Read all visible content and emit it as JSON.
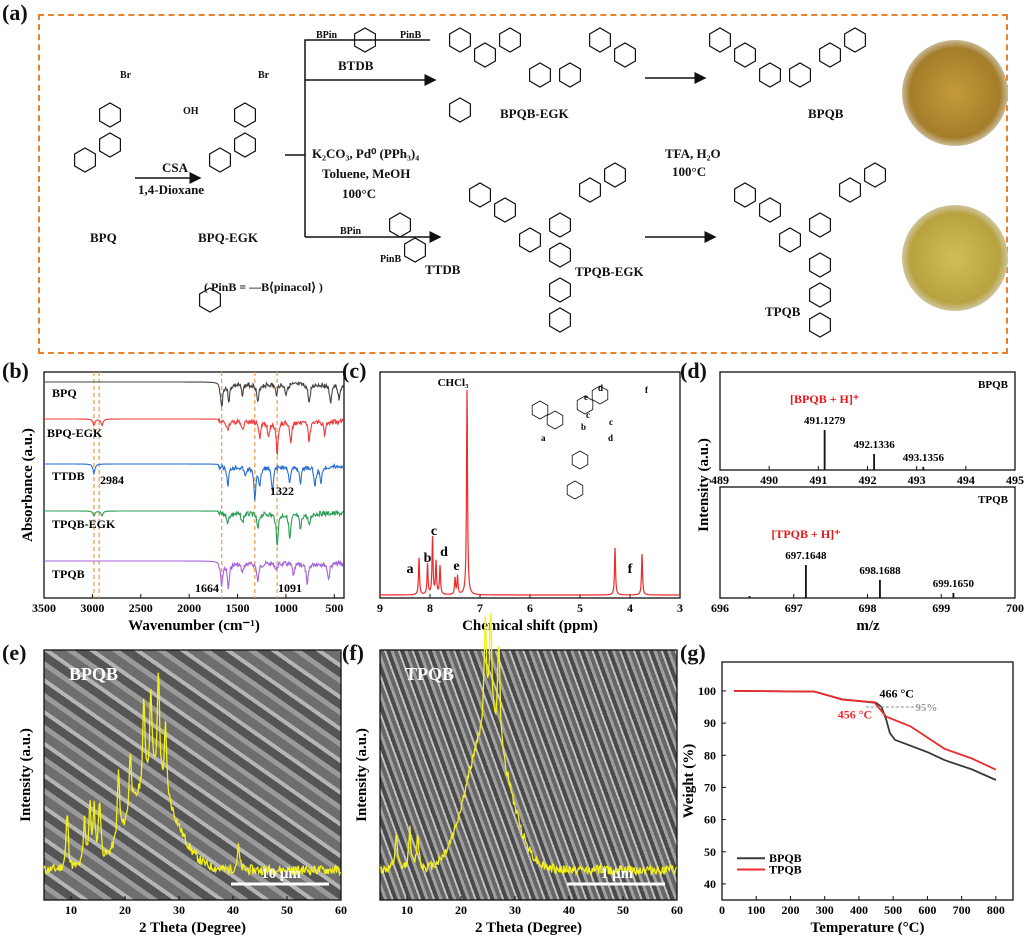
{
  "panels": {
    "a": "(a)",
    "b": "(b)",
    "c": "(c)",
    "d": "(d)",
    "e": "(e)",
    "f": "(f)",
    "g": "(g)"
  },
  "scheme": {
    "compounds": {
      "bpq": "BPQ",
      "bpq_egk": "BPQ-EGK",
      "bpqb_egk": "BPQB-EGK",
      "bpqb": "BPQB",
      "tpqb_egk": "TPQB-EGK",
      "tpqb": "TPQB",
      "btdb": "BTDB",
      "ttdb": "TTDB"
    },
    "reagents": {
      "step1_top": "CSA",
      "step1_bottom": "1,4-Dioxane",
      "step2_line1": "K₂CO₃, Pd⁰ (PPh₃)₄",
      "step2_line2": "Toluene, MeOH",
      "step2_line3": "100°C",
      "step3_line1": "TFA, H₂O",
      "step3_line2": "100°C",
      "pinb_def": "( PinB = —B⟨pinacol⟩ )",
      "bpin": "BPin",
      "pinb": "PinB",
      "oh": "OH",
      "br": "Br"
    },
    "colors": {
      "border": "#e8822a",
      "photo_bpqb": "#b8902f",
      "photo_tpqb": "#c9b34a"
    }
  },
  "chart_data": [
    {
      "id": "b",
      "type": "line",
      "title": "",
      "xlabel": "Wavenumber (cm⁻¹)",
      "ylabel": "Absorbance (a.u.)",
      "xlim": [
        3500,
        400
      ],
      "xticks": [
        3500,
        3000,
        2500,
        2000,
        1500,
        1000,
        500
      ],
      "vlines": [
        2984,
        2930,
        1664,
        1322,
        1091
      ],
      "annotations": [
        "2984",
        "1322",
        "1664",
        "1091"
      ],
      "series": [
        {
          "name": "BPQ",
          "color": "#444444",
          "peaks": [
            [
              1664,
              0.7
            ],
            [
              1590,
              0.5
            ],
            [
              1450,
              0.3
            ],
            [
              1290,
              0.6
            ],
            [
              1100,
              0.3
            ],
            [
              1000,
              0.3
            ],
            [
              760,
              0.6
            ],
            [
              540,
              0.6
            ],
            [
              450,
              0.5
            ]
          ]
        },
        {
          "name": "BPQ-EGK",
          "color": "#ee3b3b",
          "peaks": [
            [
              2984,
              0.2
            ],
            [
              2900,
              0.2
            ],
            [
              1600,
              0.3
            ],
            [
              1450,
              0.3
            ],
            [
              1270,
              0.5
            ],
            [
              1180,
              0.5
            ],
            [
              1091,
              1.0
            ],
            [
              950,
              0.7
            ],
            [
              760,
              0.6
            ],
            [
              600,
              0.4
            ]
          ]
        },
        {
          "name": "TTDB",
          "color": "#2a6fd6",
          "peaks": [
            [
              2984,
              0.3
            ],
            [
              1600,
              0.6
            ],
            [
              1420,
              0.3
            ],
            [
              1322,
              1.0
            ],
            [
              1270,
              0.6
            ],
            [
              1140,
              0.8
            ],
            [
              960,
              0.5
            ],
            [
              850,
              0.5
            ],
            [
              700,
              0.6
            ],
            [
              640,
              0.5
            ]
          ]
        },
        {
          "name": "TPQB-EGK",
          "color": "#2a9d55",
          "peaks": [
            [
              2984,
              0.15
            ],
            [
              2900,
              0.15
            ],
            [
              1600,
              0.3
            ],
            [
              1450,
              0.3
            ],
            [
              1290,
              0.5
            ],
            [
              1091,
              1.0
            ],
            [
              960,
              0.8
            ],
            [
              850,
              0.5
            ],
            [
              760,
              0.4
            ]
          ]
        },
        {
          "name": "TPQB",
          "color": "#a463d8",
          "peaks": [
            [
              1664,
              0.7
            ],
            [
              1595,
              0.8
            ],
            [
              1450,
              0.3
            ],
            [
              1290,
              0.6
            ],
            [
              1100,
              0.2
            ],
            [
              920,
              0.4
            ],
            [
              780,
              0.7
            ],
            [
              560,
              0.5
            ]
          ]
        }
      ]
    },
    {
      "id": "c",
      "type": "line",
      "xlabel": "Chemical shift (ppm)",
      "xlim": [
        9,
        3
      ],
      "xticks": [
        9,
        8,
        7,
        6,
        5,
        4,
        3
      ],
      "peak_labels": [
        {
          "t": "CHCl₃",
          "x": 7.26
        },
        {
          "t": "a",
          "x": 8.4
        },
        {
          "t": "b",
          "x": 8.05
        },
        {
          "t": "c",
          "x": 7.92
        },
        {
          "t": "d",
          "x": 7.72
        },
        {
          "t": "e",
          "x": 7.47
        },
        {
          "t": "f",
          "x": 4.0
        }
      ],
      "structure_labels": [
        "a",
        "b",
        "c",
        "d",
        "e",
        "f",
        "c",
        "d"
      ],
      "peaks": [
        [
          8.22,
          0.18
        ],
        [
          8.05,
          0.15
        ],
        [
          7.95,
          0.28
        ],
        [
          7.88,
          0.16
        ],
        [
          7.8,
          0.14
        ],
        [
          7.5,
          0.08
        ],
        [
          7.45,
          0.09
        ],
        [
          7.26,
          1.0
        ],
        [
          4.3,
          0.23
        ],
        [
          3.76,
          0.2
        ]
      ]
    },
    {
      "id": "d",
      "type": "bar",
      "ylabel": "Intensity (a.u.)",
      "xlabel": "m/z",
      "sub": [
        {
          "name": "BPQB",
          "ion": "[BPQB + H]⁺",
          "xlim": [
            489,
            495
          ],
          "xticks": [
            489,
            490,
            491,
            492,
            493,
            494,
            495
          ],
          "peaks": [
            [
              491.1279,
              1.0,
              "491.1279"
            ],
            [
              492.1336,
              0.4,
              "492.1336"
            ],
            [
              493.1356,
              0.08,
              "493.1356"
            ]
          ]
        },
        {
          "name": "TPQB",
          "ion": "[TPQB + H]⁺",
          "xlim": [
            696,
            700
          ],
          "xticks": [
            696,
            697,
            698,
            699,
            700
          ],
          "peaks": [
            [
              696.4,
              0.06,
              ""
            ],
            [
              697.1648,
              1.0,
              "697.1648"
            ],
            [
              698.1688,
              0.55,
              "698.1688"
            ],
            [
              699.165,
              0.15,
              "699.1650"
            ]
          ]
        }
      ]
    },
    {
      "id": "e",
      "type": "line",
      "label": "BPQB",
      "scale": "10 μm",
      "xlabel": "2 Theta (Degree)",
      "ylabel": "Intensity (a.u.)",
      "xlim": [
        5,
        60
      ],
      "xticks": [
        10,
        20,
        30,
        40,
        50,
        60
      ],
      "peaks": [
        [
          9.3,
          0.5
        ],
        [
          12.5,
          0.4
        ],
        [
          13.5,
          0.5
        ],
        [
          14.3,
          0.45
        ],
        [
          15.3,
          0.55
        ],
        [
          18.8,
          0.6
        ],
        [
          21,
          0.55
        ],
        [
          23.5,
          0.75
        ],
        [
          24.8,
          0.8
        ],
        [
          26.2,
          1.0
        ],
        [
          27.5,
          0.6
        ],
        [
          41,
          0.2
        ]
      ],
      "hump": [
        25,
        6,
        0.45
      ]
    },
    {
      "id": "f",
      "type": "line",
      "label": "TPQB",
      "scale": "1 μm",
      "xlabel": "2 Theta (Degree)",
      "ylabel": "Intensity (a.u.)",
      "xlim": [
        5,
        60
      ],
      "xticks": [
        10,
        20,
        30,
        40,
        50,
        60
      ],
      "peaks": [
        [
          8,
          0.3
        ],
        [
          10.5,
          0.35
        ],
        [
          12,
          0.3
        ],
        [
          24.5,
          0.95
        ],
        [
          25.5,
          1.0
        ],
        [
          27,
          0.9
        ]
      ],
      "hump": [
        25,
        5.5,
        0.75
      ]
    },
    {
      "id": "g",
      "type": "line",
      "xlabel": "Temperature (°C)",
      "ylabel": "Weight (%)",
      "xlim": [
        0,
        850
      ],
      "ylim": [
        35,
        109
      ],
      "xticks": [
        0,
        100,
        200,
        300,
        400,
        500,
        600,
        700,
        800
      ],
      "yticks": [
        40,
        50,
        60,
        70,
        80,
        90,
        100
      ],
      "annotations": {
        "bpqb_t": "466 °C",
        "tpqb_t": "456 °C",
        "level": "95%"
      },
      "series": [
        {
          "name": "BPQB",
          "color": "#3a3a3a",
          "points": [
            [
              35,
              100
            ],
            [
              270,
              99.8
            ],
            [
              310,
              98.6
            ],
            [
              350,
              97.4
            ],
            [
              450,
              96.3
            ],
            [
              466,
              95
            ],
            [
              480,
              91
            ],
            [
              490,
              87
            ],
            [
              505,
              84.8
            ],
            [
              600,
              81
            ],
            [
              650,
              78.5
            ],
            [
              730,
              75.6
            ],
            [
              800,
              72.3
            ]
          ]
        },
        {
          "name": "TPQB",
          "color": "#ee2b2b",
          "points": [
            [
              35,
              100
            ],
            [
              270,
              99.8
            ],
            [
              310,
              98.6
            ],
            [
              350,
              97.3
            ],
            [
              445,
              96.5
            ],
            [
              456,
              95
            ],
            [
              480,
              92
            ],
            [
              550,
              89
            ],
            [
              650,
              82
            ],
            [
              730,
              79
            ],
            [
              800,
              75.5
            ]
          ]
        }
      ]
    }
  ]
}
